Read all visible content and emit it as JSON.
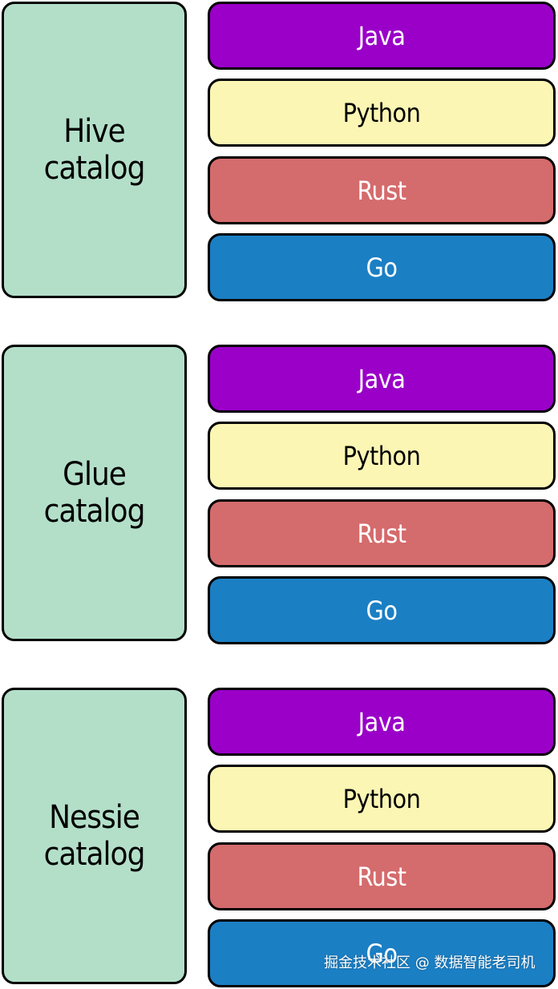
{
  "colors": {
    "catalog": "#b3dfc9",
    "java": "#9a00c8",
    "python": "#fcf6b4",
    "rust": "#d46b6d",
    "go": "#1b7fc4",
    "border": "#000000"
  },
  "groups": [
    {
      "catalog": "Hive\ncatalog",
      "languages": [
        "Java",
        "Python",
        "Rust",
        "Go"
      ]
    },
    {
      "catalog": "Glue\ncatalog",
      "languages": [
        "Java",
        "Python",
        "Rust",
        "Go"
      ]
    },
    {
      "catalog": "Nessie\ncatalog",
      "languages": [
        "Java",
        "Python",
        "Rust",
        "Go"
      ]
    }
  ],
  "watermark": "掘金技术社区 @ 数据智能老司机"
}
